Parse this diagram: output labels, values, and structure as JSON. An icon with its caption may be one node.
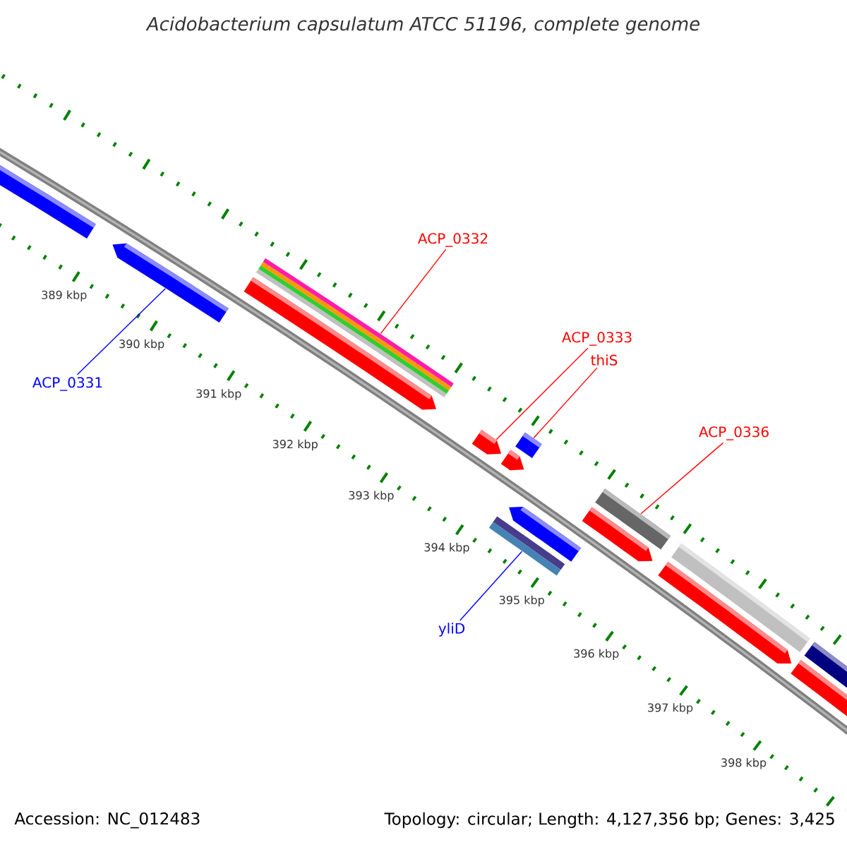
{
  "diagram": {
    "title": "Acidobacterium capsulatum ATCC 51196, complete genome",
    "nodes": [
      {
        "text": [
          "ACP_0332"
        ]
      },
      {
        "text": [
          "ACP_0333"
        ]
      },
      {
        "text": [
          "thiS"
        ]
      },
      {
        "text": [
          "ACP_0336"
        ]
      },
      {
        "text": [
          "ACP_0331"
        ]
      },
      {
        "text": [
          "yliD"
        ]
      },
      {
        "text": [],
        "shape": "bar"
      },
      {
        "text": [],
        "shape": "bar"
      },
      {
        "text": [],
        "shape": "bar"
      },
      {
        "text": [],
        "shape": "bar"
      },
      {
        "text": [],
        "shape": "bar"
      },
      {
        "text": [],
        "shape": "bar"
      }
    ],
    "edges": [
      {
        "from": 0,
        "to": 7,
        "arrow": "none"
      },
      {
        "from": 1,
        "to": 8,
        "arrow": "none"
      },
      {
        "from": 2,
        "to": 9,
        "arrow": "none"
      },
      {
        "from": 3,
        "to": 11,
        "arrow": "none"
      },
      {
        "from": 4,
        "to": 6,
        "arrow": "none",
        "color": "#0000ff"
      },
      {
        "from": 5,
        "to": 10,
        "arrow": "none",
        "color": "#0000ff"
      }
    ],
    "labels": [
      "389 kbp",
      "390 kbp",
      "391 kbp",
      "392 kbp",
      "393 kbp",
      "394 kbp",
      "395 kbp",
      "396 kbp",
      "397 kbp",
      "398 kbp",
      "Accession: NC_012483",
      "Topology: circular; Length: 4,127,356 bp; Genes: 3,425"
    ]
  }
}
